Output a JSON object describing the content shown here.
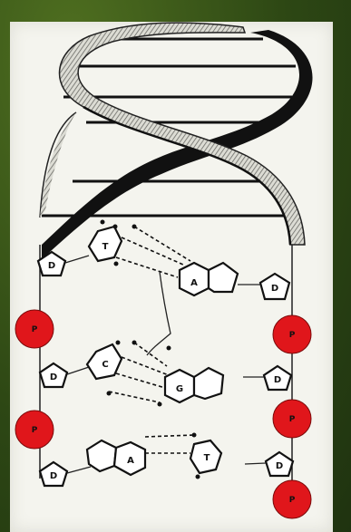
{
  "diagram": {
    "backbone_sugar_label": "D",
    "phosphate_label": "P",
    "base_pairs": [
      {
        "left": "T",
        "right": "A"
      },
      {
        "left": "C",
        "right": "G"
      },
      {
        "left": "A",
        "right": "T"
      }
    ],
    "colors": {
      "background": "#2f4a16",
      "paper": "#f4f4ee",
      "phosphate": "#e0161b",
      "ink": "#111111"
    }
  }
}
